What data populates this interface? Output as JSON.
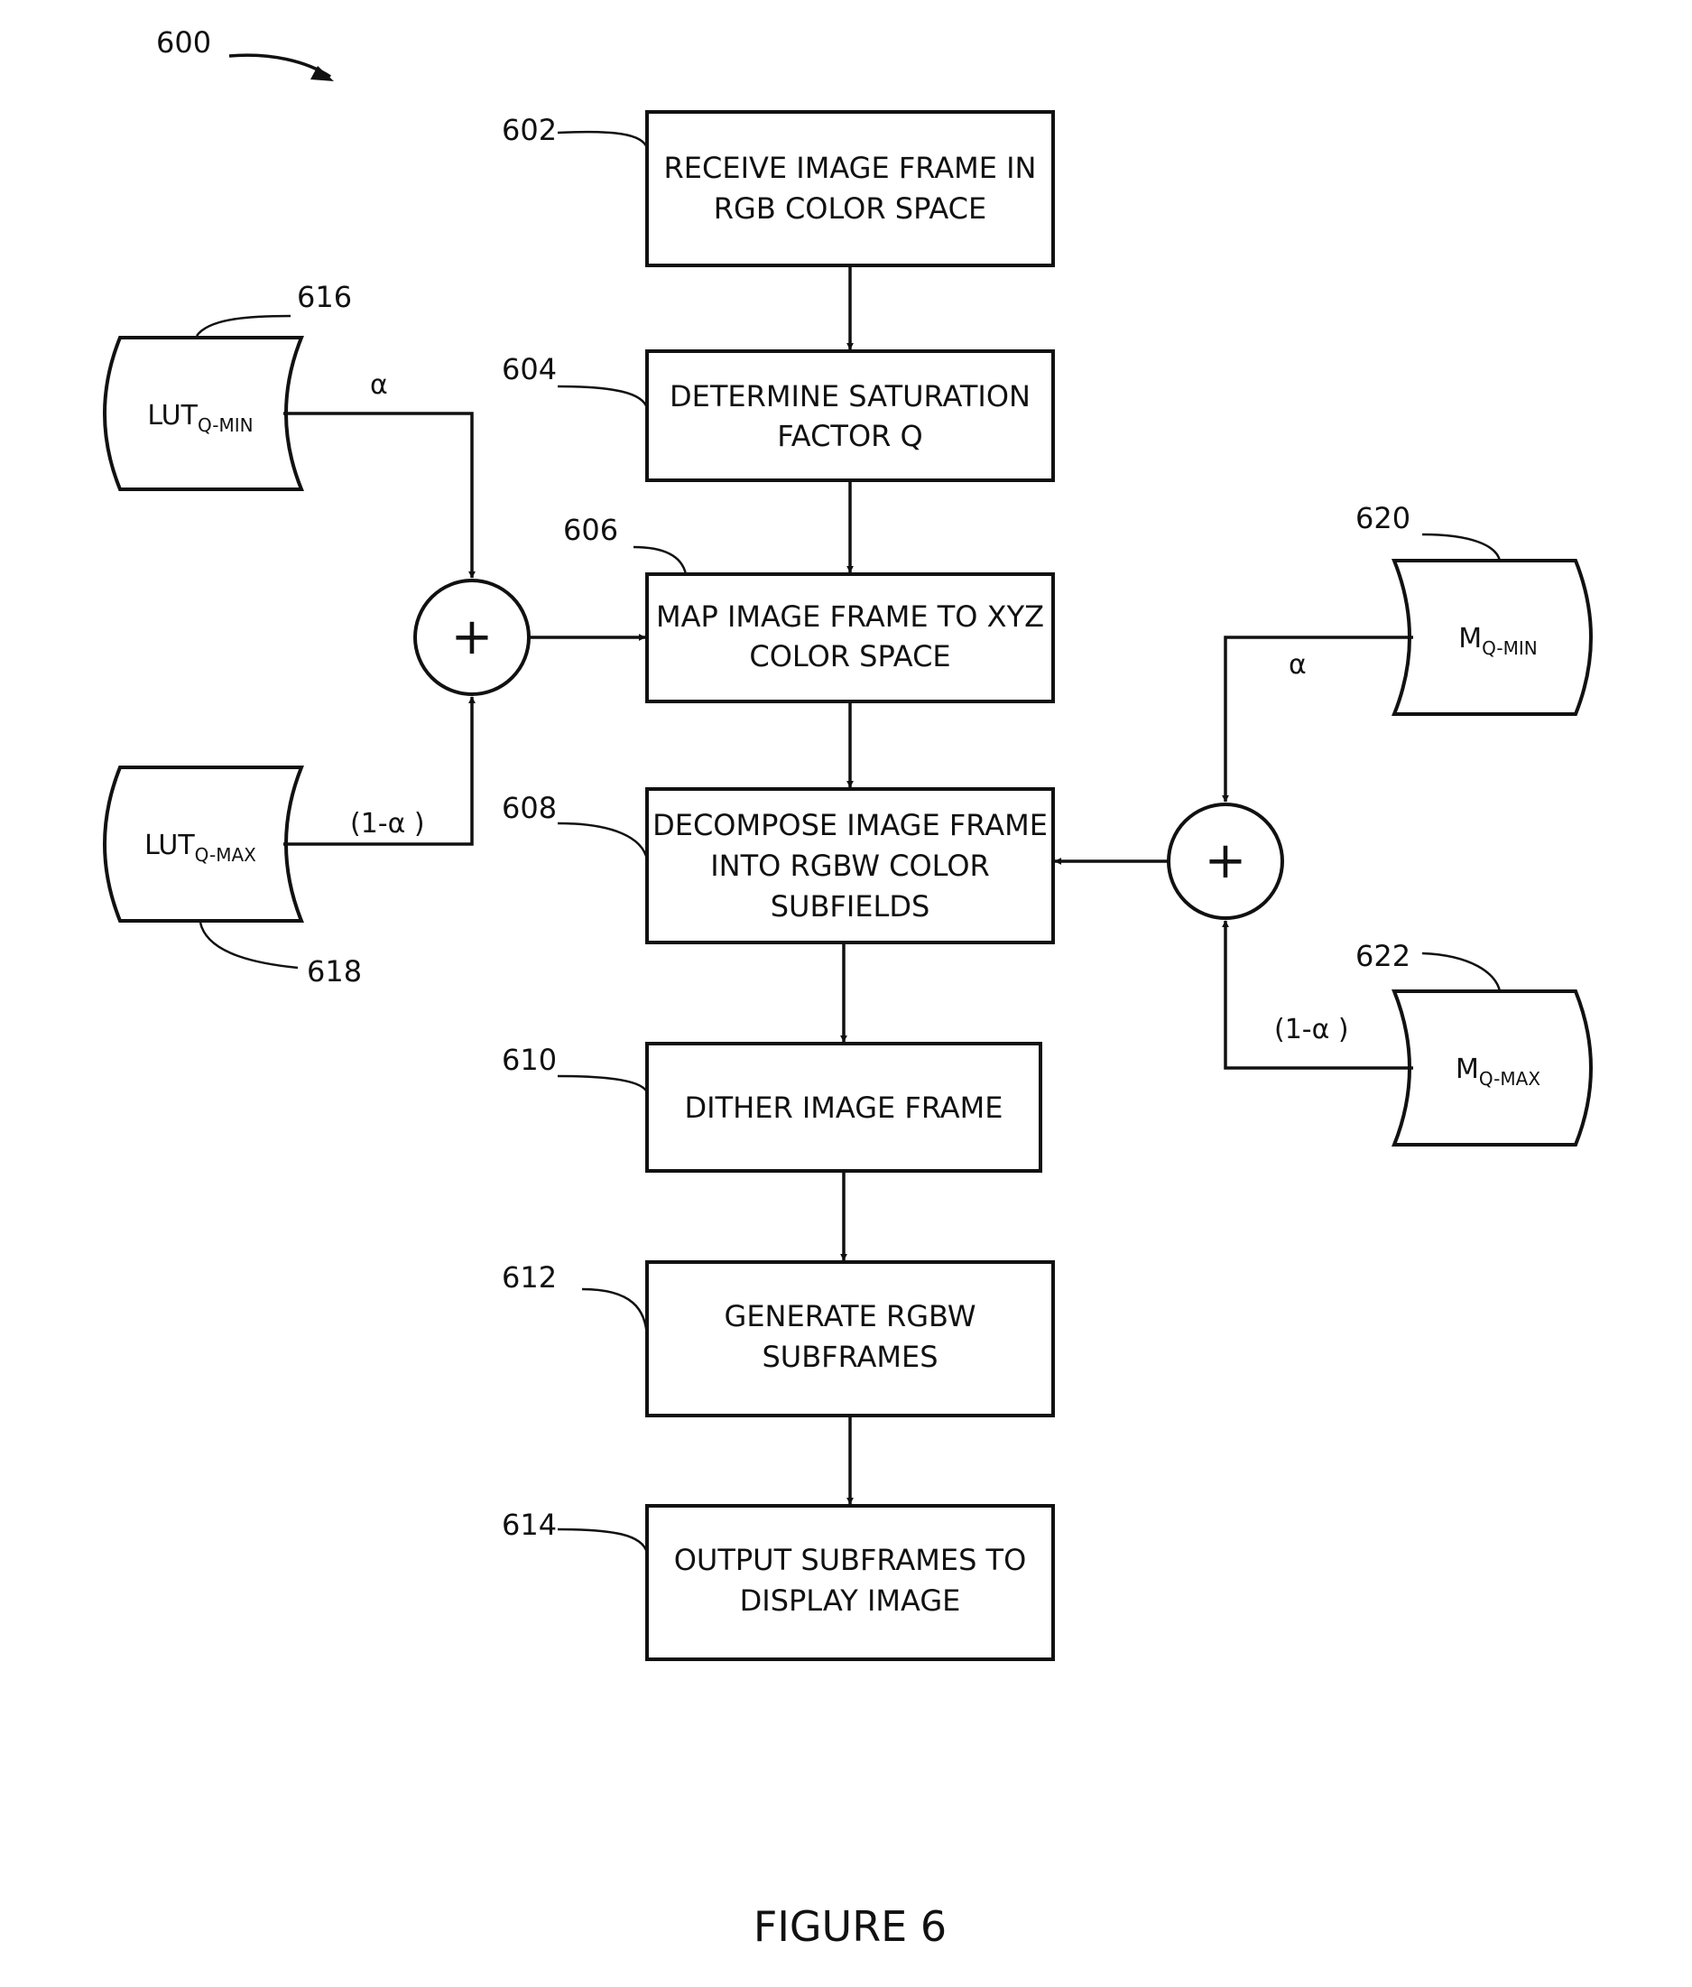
{
  "figure_ref": "600",
  "caption": "FIGURE 6",
  "steps": [
    {
      "ref": "602",
      "lines": [
        "RECEIVE IMAGE FRAME IN",
        "RGB COLOR SPACE"
      ]
    },
    {
      "ref": "604",
      "lines": [
        "DETERMINE SATURATION",
        "FACTOR Q"
      ]
    },
    {
      "ref": "606",
      "lines": [
        "MAP IMAGE FRAME TO XYZ",
        "COLOR SPACE"
      ]
    },
    {
      "ref": "608",
      "lines": [
        "DECOMPOSE IMAGE FRAME",
        "INTO RGBW COLOR",
        "SUBFIELDS"
      ]
    },
    {
      "ref": "610",
      "lines": [
        "DITHER IMAGE FRAME"
      ]
    },
    {
      "ref": "612",
      "lines": [
        "GENERATE RGBW",
        "SUBFRAMES"
      ]
    },
    {
      "ref": "614",
      "lines": [
        "OUTPUT SUBFRAMES TO",
        "DISPLAY IMAGE"
      ]
    }
  ],
  "stores": [
    {
      "ref": "616",
      "main": "LUT",
      "sub": "Q-MIN"
    },
    {
      "ref": "618",
      "main": "LUT",
      "sub": "Q-MAX"
    },
    {
      "ref": "620",
      "main": "M",
      "sub": "Q-MIN"
    },
    {
      "ref": "622",
      "main": "M",
      "sub": "Q-MAX"
    }
  ],
  "weights": {
    "alpha": "α",
    "one_minus_alpha": "(1-α )"
  },
  "sum_symbol": "+"
}
